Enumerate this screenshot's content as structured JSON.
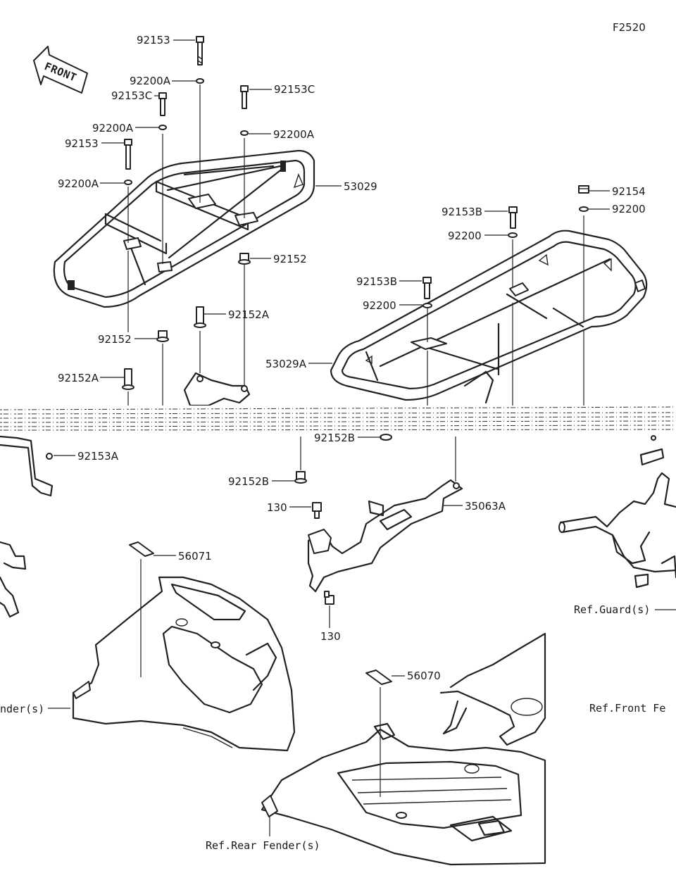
{
  "figure_code": "F2520",
  "front_label": "FRONT",
  "parts": {
    "p92153_top": "92153",
    "p92200A_1": "92200A",
    "p92153C_left": "92153C",
    "p92153C_right": "92153C",
    "p92200A_2": "92200A",
    "p92200A_right": "92200A",
    "p92153_left": "92153",
    "p92200A_3": "92200A",
    "p53029": "53029",
    "p92152_right": "92152",
    "p92152A_mid": "92152A",
    "p92152_left": "92152",
    "p92152A_left": "92152A",
    "p53029A": "53029A",
    "p92154": "92154",
    "p92200_top": "92200",
    "p92153B_1": "92153B",
    "p92200_2": "92200",
    "p92153B_2": "92153B",
    "p92200_3": "92200",
    "p92153A": "92153A",
    "p92152B_right": "92152B",
    "p92152B_left": "92152B",
    "p130_top": "130",
    "p35063A": "35063A",
    "p130_bottom": "130",
    "p56071": "56071",
    "p56070": "56070"
  },
  "references": {
    "guard": "Ref.Guard(s)",
    "front_fender": "Ref.Front Fe",
    "fender_left": "nder(s)",
    "rear_fender": "Ref.Rear Fender(s)"
  }
}
